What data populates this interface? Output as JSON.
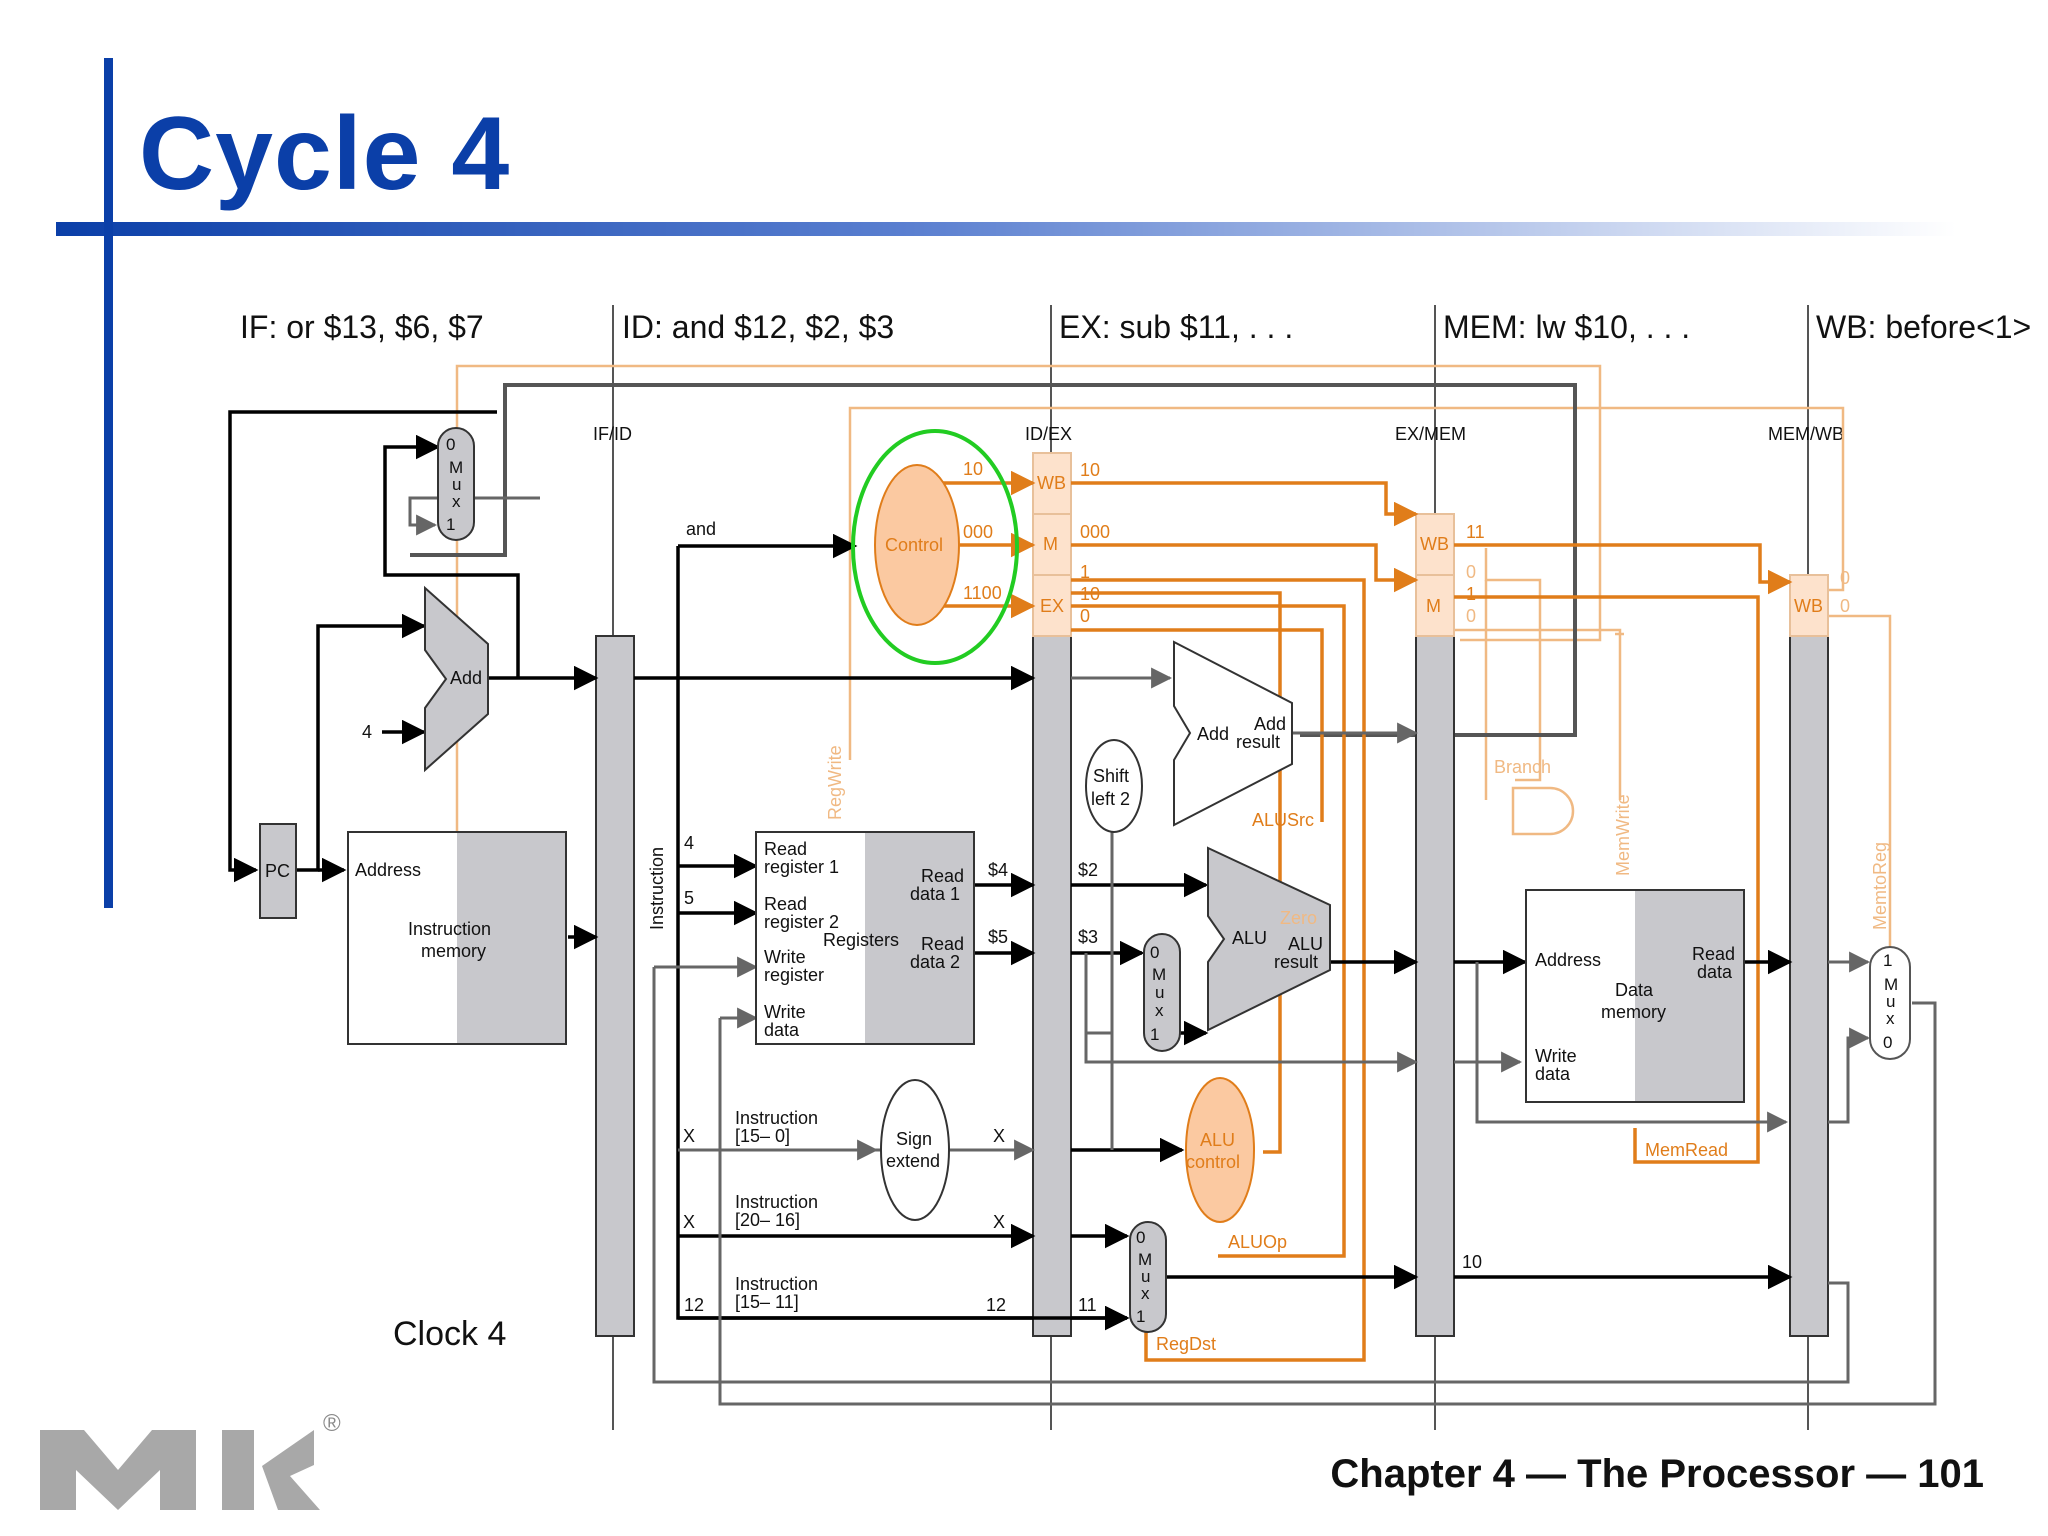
{
  "slide": {
    "title": "Cycle 4",
    "footer": "Chapter 4 — The Processor — 101",
    "clock": "Clock 4",
    "logo_mark": "®"
  },
  "stages": {
    "if": "IF: or $13, $6, $7",
    "id": "ID: and $12, $2, $3",
    "ex": "EX: sub $11, . . .",
    "mem": "MEM: lw $10, . . .",
    "wb": "WB: before<1>"
  },
  "pipeline_registers": {
    "ifid": "IF/ID",
    "idex": "ID/EX",
    "exmem": "EX/MEM",
    "memwb": "MEM/WB"
  },
  "units": {
    "pc": "PC",
    "address": "Address",
    "instr_mem_1": "Instruction",
    "instr_mem_2": "memory",
    "add": "Add",
    "four": "4",
    "mux": "M",
    "mux_u": "u",
    "mux_x": "x",
    "zero": "0",
    "one": "1",
    "instruction": "Instruction",
    "and": "and",
    "control": "Control",
    "read_reg1_a": "Read",
    "read_reg1_b": "register 1",
    "read_reg2_a": "Read",
    "read_reg2_b": "register 2",
    "write_reg_a": "Write",
    "write_reg_b": "register",
    "write_data_a": "Write",
    "write_data_b": "data",
    "registers": "Registers",
    "read_data1_a": "Read",
    "read_data1_b": "data 1",
    "read_data2_a": "Read",
    "read_data2_b": "data 2",
    "sign_a": "Sign",
    "sign_b": "extend",
    "instr_15_0_a": "Instruction",
    "instr_15_0_b": "[15– 0]",
    "instr_20_16_a": "Instruction",
    "instr_20_16_b": "[20– 16]",
    "instr_15_11_a": "Instruction",
    "instr_15_11_b": "[15– 11]",
    "shift_a": "Shift",
    "shift_b": "left 2",
    "add_result_a": "Add",
    "add_result_b": "result",
    "alu": "ALU",
    "alu_result_a": "ALU",
    "alu_result_b": "result",
    "zero_lbl": "Zero",
    "alu_ctrl_a": "ALU",
    "alu_ctrl_b": "control",
    "data_mem_a": "Data",
    "data_mem_b": "memory",
    "read_data_a": "Read",
    "read_data_b": "data"
  },
  "control_fields": {
    "wb": "WB",
    "m": "M",
    "ex": "EX"
  },
  "signals": {
    "regwrite": "RegWrite",
    "alusrc": "ALUSrc",
    "branch": "Branch",
    "memwrite": "MemWrite",
    "memread": "MemRead",
    "memtoreg": "MemtoReg",
    "aluop": "ALUOp",
    "regdst": "RegDst"
  },
  "values": {
    "ctl_wb": "10",
    "ctl_m": "000",
    "ctl_ex": "1100",
    "idex_wb": "10",
    "idex_m": "000",
    "idex_ex1": "1",
    "idex_ex2": "10",
    "idex_ex3": "0",
    "exmem_wb": "11",
    "exmem_m1": "0",
    "exmem_m2": "1",
    "exmem_m3": "0",
    "memwb_1": "0",
    "memwb_2": "0",
    "rs": "4",
    "rt": "5",
    "rd1": "$4",
    "rd2": "$5",
    "ex_rd1": "$2",
    "ex_rd2": "$3",
    "imm_x": "X",
    "imm_out": "X",
    "rt_x": "X",
    "rt_out": "X",
    "rd_in": "12",
    "rd_out": "12",
    "ex_rd": "11",
    "mem_rd": "10"
  },
  "colors": {
    "title": "#0b3fa8",
    "control": "#e07d1a",
    "control_light": "#f0b983",
    "highlight": "#2ecc40",
    "unit_fill": "#c8c8cc"
  }
}
